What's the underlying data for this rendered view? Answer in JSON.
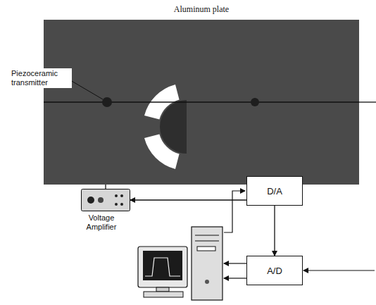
{
  "diagram": {
    "nodes": [
      {
        "text": [
          "Aluminum plate"
        ]
      },
      {
        "text": [
          "Voltage Amplifier"
        ]
      },
      {
        "text": [
          "D/A"
        ]
      },
      {
        "text": [
          "A/D"
        ]
      }
    ],
    "edges": [
      {
        "from": 0,
        "to": 1,
        "arrow": "none"
      },
      {
        "from": 2,
        "to": 1,
        "arrow": "to"
      },
      {
        "from": 2,
        "to": 3,
        "arrow": "to"
      }
    ],
    "labels": [
      "Piezoceramic transmitter"
    ]
  }
}
